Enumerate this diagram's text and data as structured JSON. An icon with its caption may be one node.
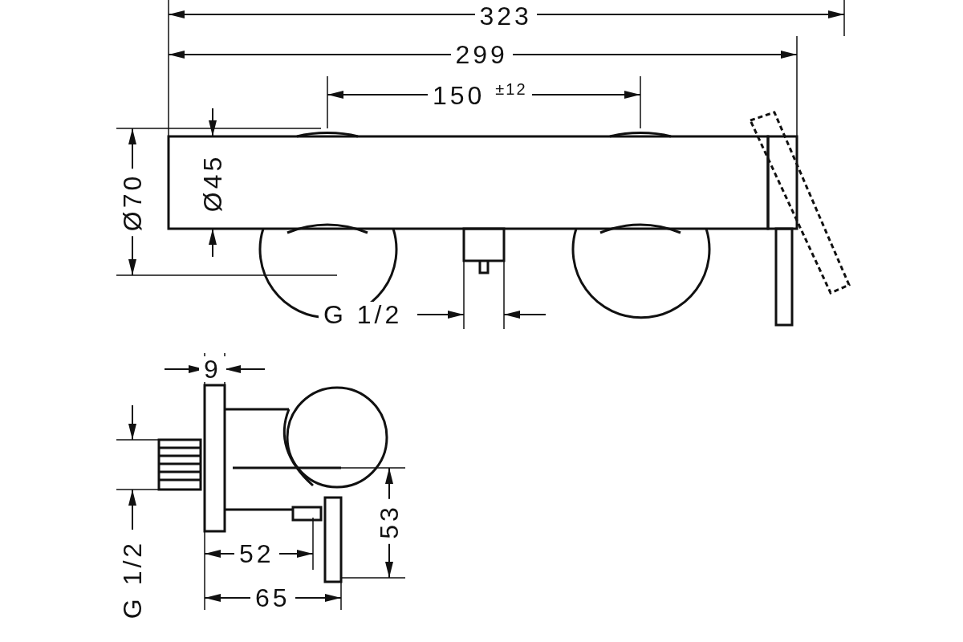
{
  "diagram": {
    "labels": [
      "323",
      "299",
      "150 $^{±12}$",
      "Ø45",
      "Ø70",
      "G 1/2",
      "9",
      "G 1/2",
      "52",
      "53",
      "65"
    ]
  }
}
